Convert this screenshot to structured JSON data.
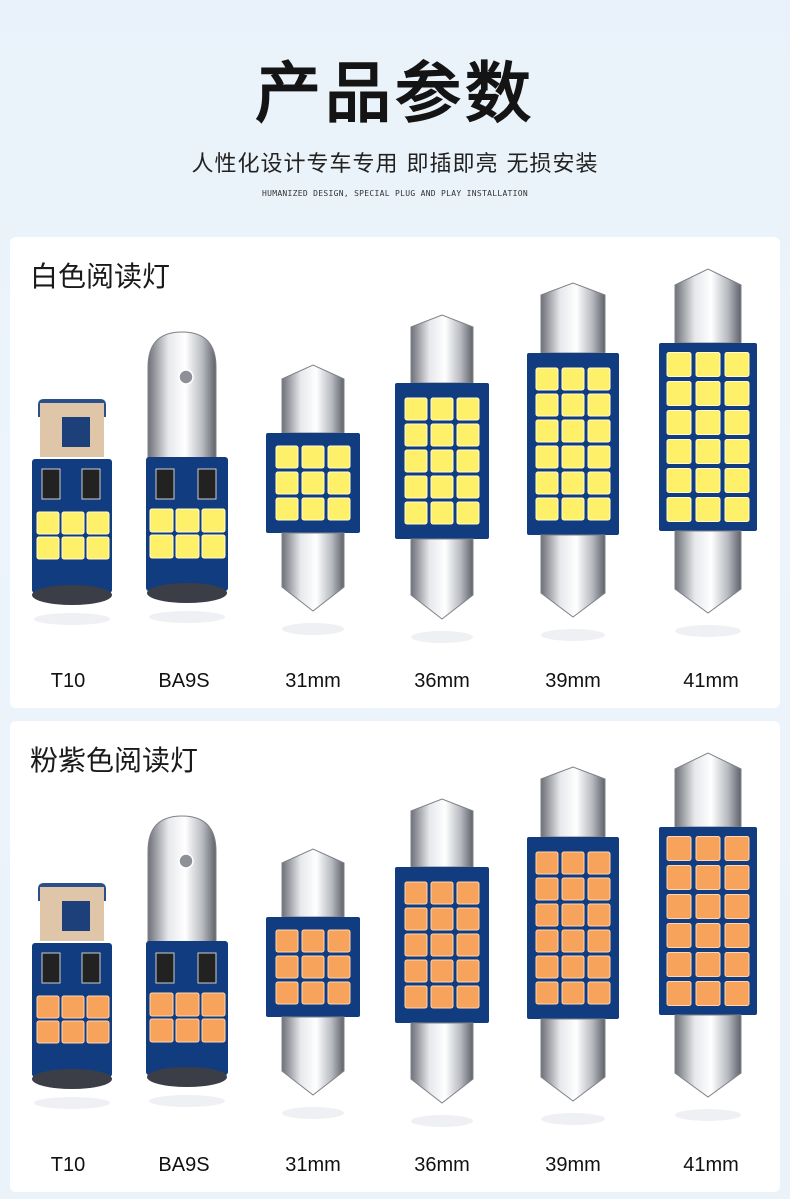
{
  "header": {
    "title": "产品参数",
    "subtitle": "人性化设计专车专用 即插即亮 无损安装",
    "subtitle_en": "HUMANIZED DESIGN, SPECIAL PLUG AND PLAY INSTALLATION"
  },
  "sections": [
    {
      "title": "白色阅读灯",
      "led_color": "#fff06a",
      "led_edge": "#fffbd0",
      "bulbs": [
        {
          "label": "T10"
        },
        {
          "label": "BA9S"
        },
        {
          "label": "31mm"
        },
        {
          "label": "36mm"
        },
        {
          "label": "39mm"
        },
        {
          "label": "41mm"
        }
      ]
    },
    {
      "title": "粉紫色阅读灯",
      "led_color": "#f7a35c",
      "led_edge": "#ffd6b0",
      "bulbs": [
        {
          "label": "T10"
        },
        {
          "label": "BA9S"
        },
        {
          "label": "31mm"
        },
        {
          "label": "36mm"
        },
        {
          "label": "39mm"
        },
        {
          "label": "41mm"
        }
      ]
    }
  ],
  "colors": {
    "pcb": "#123c80",
    "metal": "#c9ccd1",
    "background": "#eaf2fa"
  }
}
